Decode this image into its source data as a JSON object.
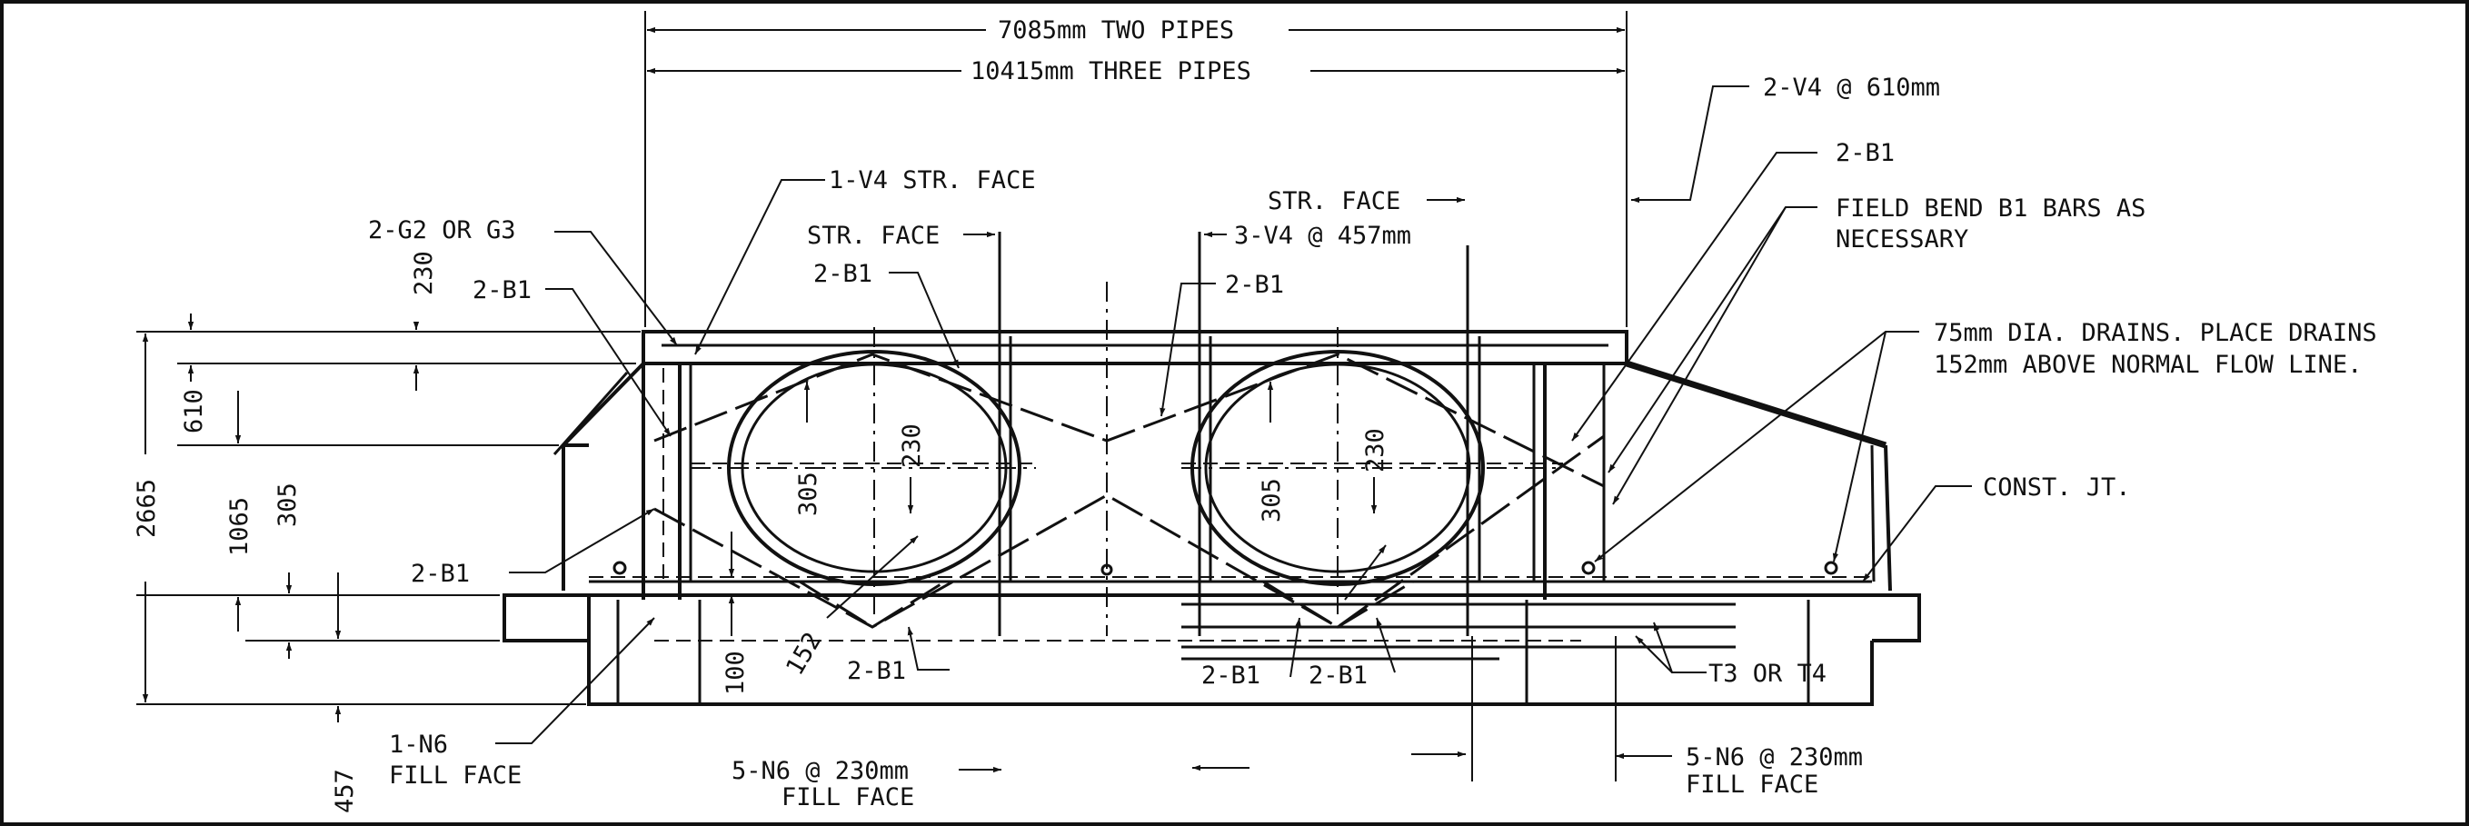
{
  "labels": {
    "two_pipes": "7085mm TWO PIPES",
    "three_pipes": "10415mm THREE PIPES",
    "v4_610": "2-V4 @ 610mm",
    "b1_top_right": "2-B1",
    "field_bend_1": "FIELD BEND B1 BARS AS",
    "field_bend_2": "NECESSARY",
    "drains_1": "75mm DIA. DRAINS.  PLACE DRAINS",
    "drains_2": "152mm ABOVE NORMAL FLOW LINE.",
    "const_jt": "CONST. JT.",
    "v4_str_face": "1-V4 STR. FACE",
    "g2_g3": "2-G2 OR G3",
    "str_face_left": "STR. FACE",
    "str_face_right": "STR. FACE",
    "v4_457": "3-V4 @ 457mm",
    "b1_left_upper": "2-B1",
    "b1_mid_upper": "2-B1",
    "b1_center": "2-B1",
    "b1_left_lower": "2-B1",
    "b1_bottom_left": "2-B1",
    "b1_bottom_mid_a": "2-B1",
    "b1_bottom_mid_b": "2-B1",
    "t3_t4": "T3 OR T4",
    "n6_fill_1": "1-N6",
    "n6_fill_2": "FILL FACE",
    "n6_230_left_1": "5-N6 @ 230mm",
    "n6_230_left_2": "FILL FACE",
    "n6_230_right_1": "5-N6 @ 230mm",
    "n6_230_right_2": "FILL FACE",
    "dim_230_top": "230",
    "dim_610": "610",
    "dim_2665": "2665",
    "dim_1065": "1065",
    "dim_305": "305",
    "dim_457": "457",
    "dim_100": "100",
    "dim_152": "152",
    "pipe1_305": "305",
    "pipe1_230": "230",
    "pipe2_305": "305",
    "pipe2_230": "230"
  }
}
